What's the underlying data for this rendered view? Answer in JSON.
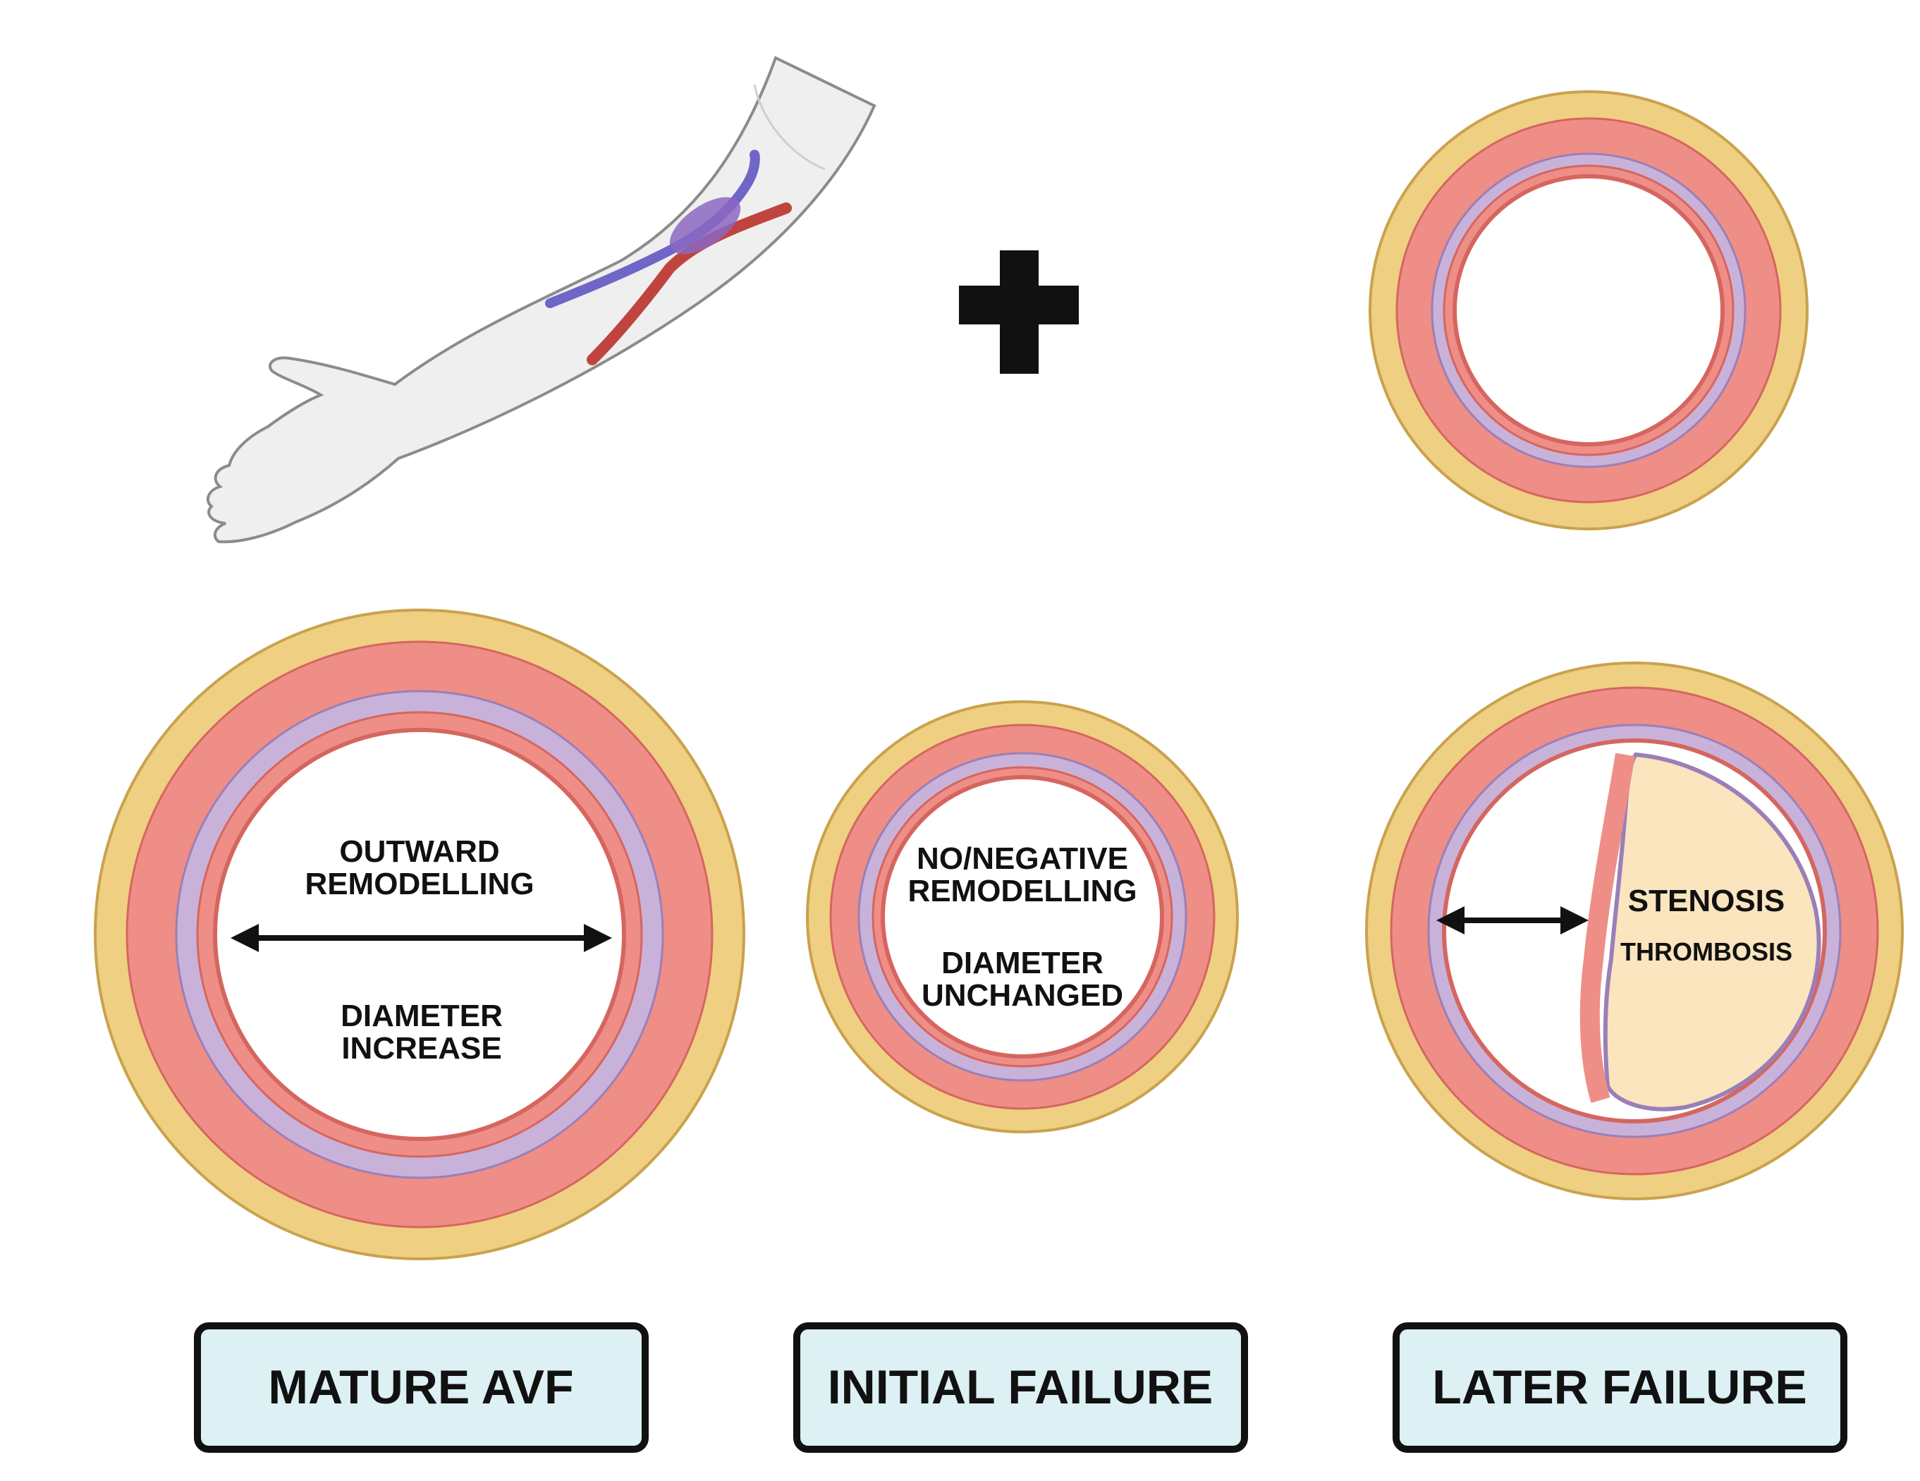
{
  "figure": {
    "plus_sign": "+",
    "mature": {
      "caption": "MATURE AVF",
      "text_line_1": "OUTWARD",
      "text_line_2": "REMODELLING",
      "text_line_3": "DIAMETER",
      "text_line_4": "INCREASE"
    },
    "initial": {
      "caption": "INITIAL FAILURE",
      "text_line_1": "NO/NEGATIVE",
      "text_line_2": "REMODELLING",
      "text_line_3": "DIAMETER",
      "text_line_4": "UNCHANGED"
    },
    "later": {
      "caption": "LATER FAILURE",
      "stenosis": "STENOSIS",
      "thrombosis": "THROMBOSIS"
    }
  },
  "colors": {
    "adventitia": "#EFCF82",
    "adventitia_edge": "#C9A24C",
    "media": "#EE8E87",
    "media_edge": "#D5665F",
    "internal_lamina": "#C9B2DA",
    "lamina_edge": "#9B7FB7",
    "thrombus": "#FAE5BF",
    "label_box_fill": "#DDF0F3",
    "arm_skin": "#EFEFEF",
    "vein": "#6F66C8",
    "artery": "#C0443E"
  },
  "icons": {
    "arm": "arm-with-avf-icon",
    "arrow": "double-headed-arrow-icon"
  }
}
